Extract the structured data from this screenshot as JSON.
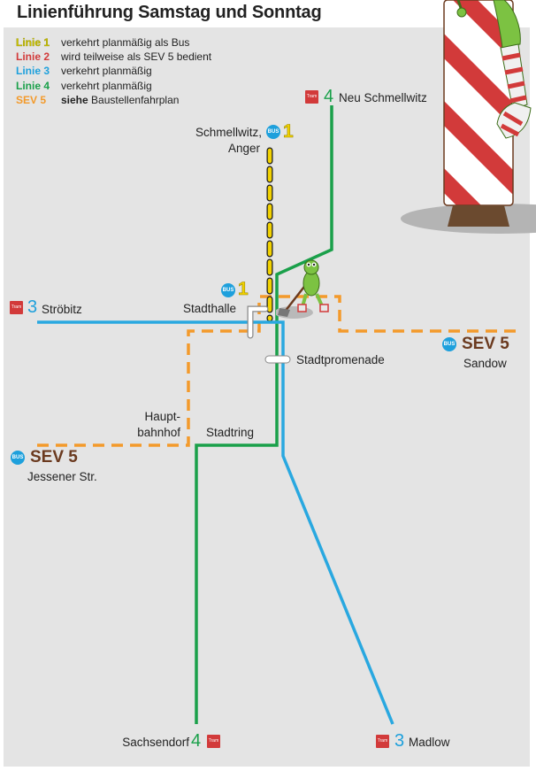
{
  "header": {
    "title": "Linienführung Samstag und Sonntag"
  },
  "legend": [
    {
      "key": "Linie 1",
      "color": "#c8c100",
      "text": "verkehrt planmäßig als Bus"
    },
    {
      "key": "Linie 2",
      "color": "#d23a3a",
      "text": "wird teilweise als SEV 5 bedient"
    },
    {
      "key": "Linie 3",
      "color": "#1ea0dc",
      "text": "verkehrt planmäßig"
    },
    {
      "key": "Linie 4",
      "color": "#1aa04a",
      "text": "verkehrt planmäßig"
    },
    {
      "key": "SEV 5",
      "color": "#f39a2b",
      "text_bold": "siehe",
      "text": "Baustellenfahrplan"
    }
  ],
  "icons": {
    "tram": "Tram",
    "bus": "BUS"
  },
  "colors": {
    "line1": "#f2d200",
    "line3": "#29a8e0",
    "line4": "#1aa04a",
    "sev5": "#f39a2b",
    "tram_badge": "#d23a3a",
    "bus_badge": "#1ea0dc",
    "sev_text": "#6b3a1f"
  },
  "termini": {
    "neu_schmellwitz": {
      "line": "4",
      "name": "Neu Schmellwitz"
    },
    "stroebitz": {
      "line": "3",
      "name": "Ströbitz"
    },
    "sachsendorf": {
      "line": "4",
      "name": "Sachsendorf"
    },
    "madlow": {
      "line": "3",
      "name": "Madlow"
    },
    "schmellwitz_anger": {
      "line": "1",
      "name_line1": "Schmellwitz,",
      "name_line2": "Anger"
    },
    "stadthalle_bus": {
      "line": "1"
    },
    "sandow": {
      "line": "SEV 5",
      "name": "Sandow"
    },
    "jessener": {
      "line": "SEV 5",
      "name": "Jessener Str."
    }
  },
  "stations": {
    "stadthalle": "Stadthalle",
    "stadtpromenade": "Stadtpromenade",
    "hauptbahnhof_line1": "Haupt-",
    "hauptbahnhof_line2": "bahnhof",
    "stadtring": "Stadtring"
  }
}
